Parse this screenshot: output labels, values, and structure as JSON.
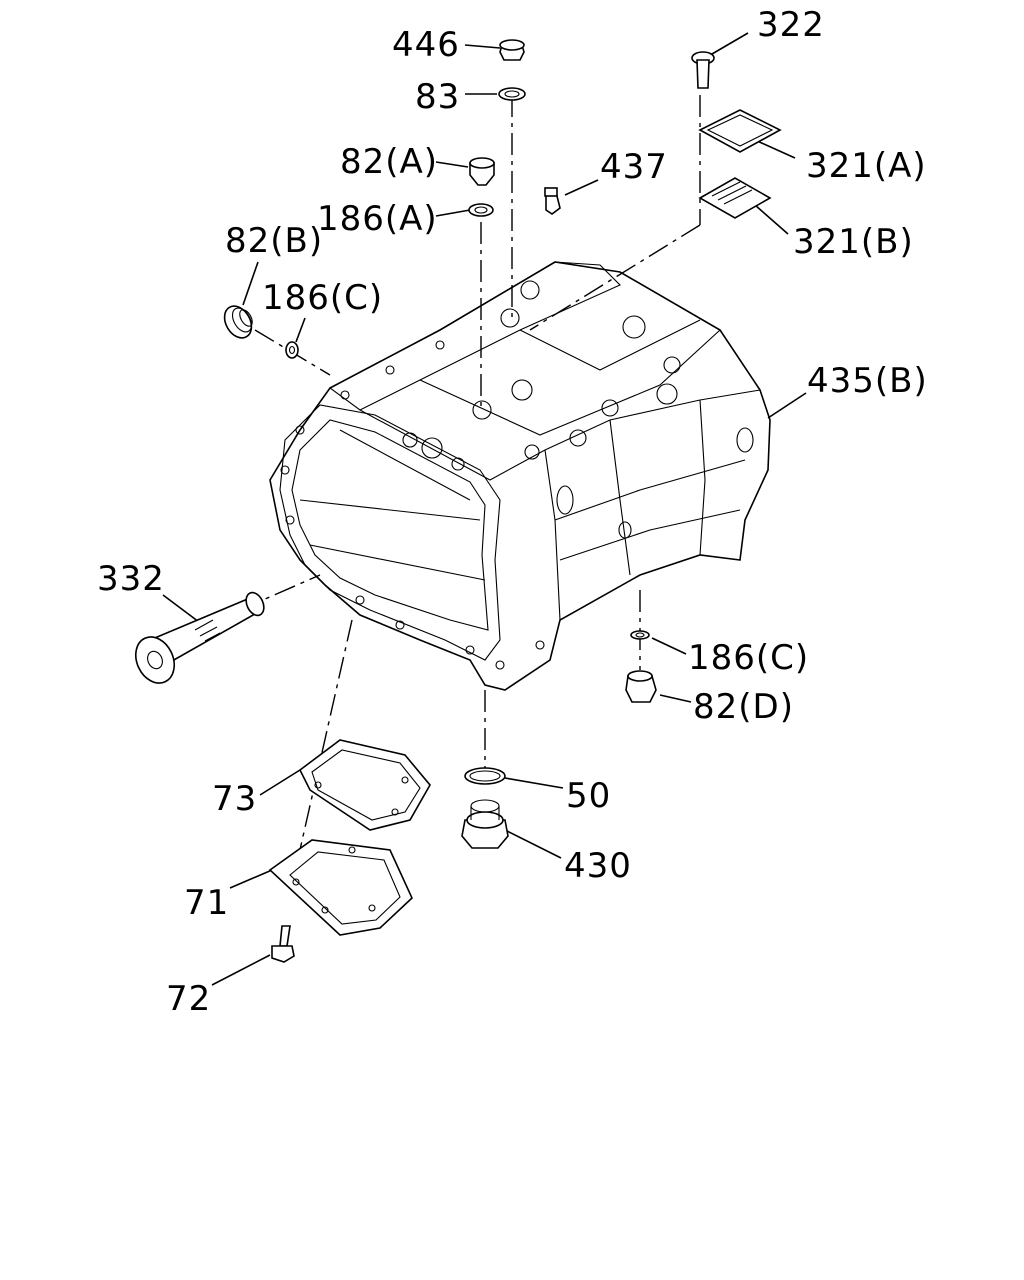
{
  "diagram": {
    "labels": {
      "p446": "446",
      "p83": "83",
      "p82a": "82(A)",
      "p186a": "186(A)",
      "p82b": "82(B)",
      "p186c_top": "186(C)",
      "p322": "322",
      "p321a": "321(A)",
      "p437": "437",
      "p321b": "321(B)",
      "p435b": "435(B)",
      "p332": "332",
      "p186c_bottom": "186(C)",
      "p82d": "82(D)",
      "p73": "73",
      "p50": "50",
      "p430": "430",
      "p71": "71",
      "p72": "72"
    }
  }
}
